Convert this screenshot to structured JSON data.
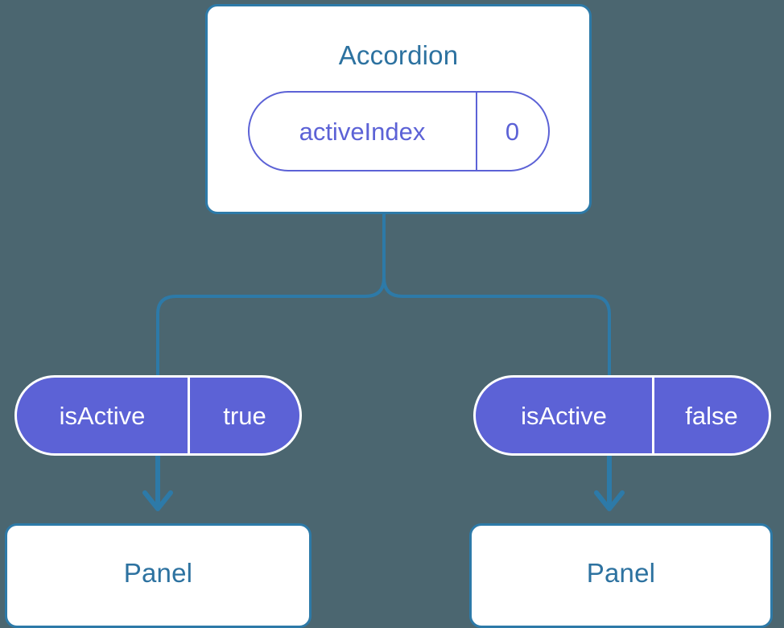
{
  "diagram": {
    "background_color": "#4b6670",
    "accent_blue": "#2d7aa8",
    "title_color": "#2d72a0",
    "purple": "#5c62d6",
    "white": "#ffffff"
  },
  "root": {
    "title": "Accordion",
    "prop": {
      "key": "activeIndex",
      "value": "0"
    }
  },
  "branches": [
    {
      "prop": {
        "key": "isActive",
        "value": "true"
      },
      "child": {
        "title": "Panel"
      }
    },
    {
      "prop": {
        "key": "isActive",
        "value": "false"
      },
      "child": {
        "title": "Panel"
      }
    }
  ]
}
